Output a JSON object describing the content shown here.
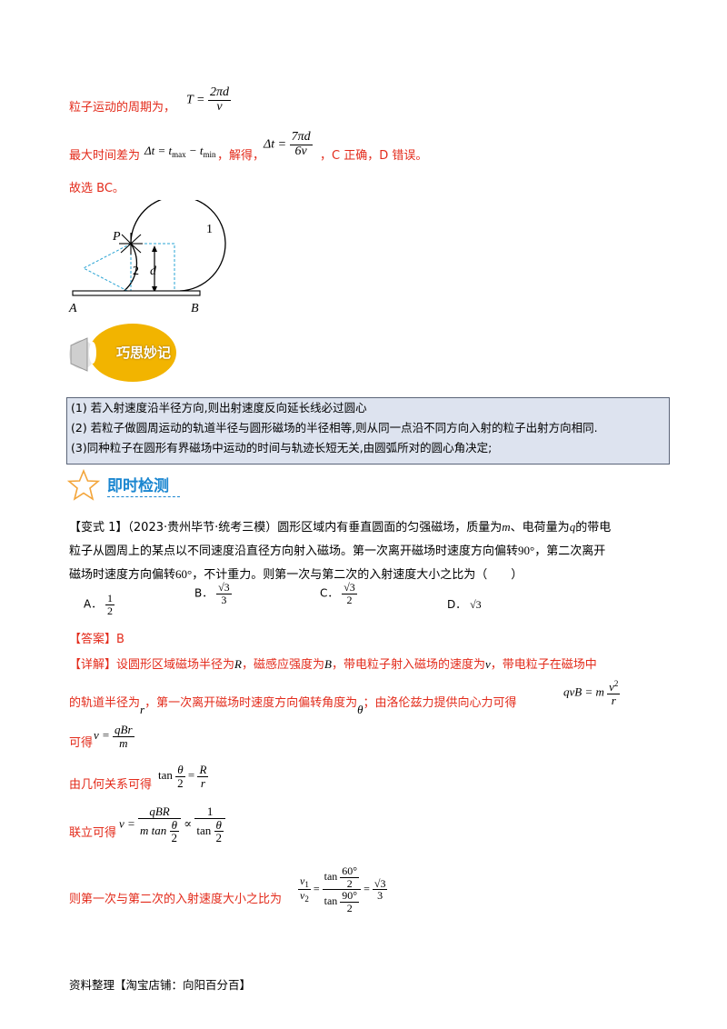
{
  "solution_top": {
    "period_label": "粒子运动的周期为，",
    "period_formula": {
      "lhs": "T",
      "num": "2πd",
      "den": "v"
    },
    "max_diff_label": "最大时间差为",
    "max_diff_formula": "Δt = t",
    "max_sub": "max",
    "min_sub": "min",
    "solve_label": "，解得，",
    "result_formula": {
      "lhs": "Δt",
      "num": "7πd",
      "den": "6v"
    },
    "conclusion": "，C 正确，D 错误。",
    "choose": "故选 BC。"
  },
  "figure": {
    "labels": {
      "P": "P",
      "one": "1",
      "two": "2",
      "d": "d",
      "A": "A",
      "B": "B"
    }
  },
  "tip_badge": {
    "text": "巧思妙记"
  },
  "tips": [
    "(1) 若入射速度沿半径方向,则出射速度反向延长线必过圆心",
    "(2) 若粒子做圆周运动的轨道半径与圆形磁场的半径相等,则从同一点沿不同方向入射的粒子出射方向相同.",
    "(3)同种粒子在圆形有界磁场中运动的时间与轨迹长短无关,由圆弧所对的圆心角决定;"
  ],
  "section": {
    "title": "即时检测"
  },
  "question": {
    "tag": "【变式 1】",
    "source": "（2023·贵州毕节·统考三模）",
    "line1_a": "圆形区域内有垂直圆面的匀强磁场，质量为",
    "m": "m",
    "line1_b": "、电荷量为",
    "q": "q",
    "line1_c": "的带电",
    "line2_a": "粒子从圆周上的某点以不同速度沿直径方向射入磁场。第一次离开磁场时速度方向偏转",
    "angle1": "90°",
    "line2_b": "，第二次离开",
    "line3_a": "磁场时速度方向偏转",
    "angle2": "60°",
    "line3_b": "，不计重力。则第一次与第二次的入射速度大小之比为（　　）",
    "options": [
      {
        "letter": "A．",
        "num": "1",
        "den": "2"
      },
      {
        "letter": "B．",
        "num": "√3",
        "den": "3"
      },
      {
        "letter": "C．",
        "num": "√3",
        "den": "2"
      },
      {
        "letter": "D．",
        "value": "√3"
      }
    ]
  },
  "answer": {
    "label": "【答案】",
    "value": "B"
  },
  "detail": {
    "label": "【详解】",
    "l1_a": "设圆形区域磁场半径为",
    "R": "R",
    "l1_b": "，磁感应强度为",
    "B": "B",
    "l1_c": "，带电粒子射入磁场的速度为",
    "v": "v",
    "l1_d": "，带电粒子在磁场中",
    "l2_a": "的轨道半径为",
    "r": "r",
    "l2_b": "，第一次离开磁场时速度方向偏转角度为",
    "theta": "θ",
    "l2_c": "；由洛伦兹力提供向心力可得",
    "lorentz_lhs": "qvB = m",
    "lorentz_num": "v",
    "lorentz_sup": "2",
    "lorentz_den": "r",
    "l3": "可得",
    "v_lhs": "v =",
    "v_num": "qBr",
    "v_den": "m",
    "l4": "由几何关系可得",
    "tan_lhs": "tan",
    "tan_num": "θ",
    "tan_den": "2",
    "tan_eq": "=",
    "tan_rnum": "R",
    "tan_rden": "r",
    "l5": "联立可得",
    "comb_lhs": "v =",
    "comb_num": "qBR",
    "comb_den": "m tan",
    "prop": "∝",
    "one": "1",
    "l6": "则第一次与第二次的入射速度大小之比为",
    "v1": "v",
    "v2": "v",
    "s1": "1",
    "s2": "2",
    "deg60": "60°",
    "deg90": "90°",
    "result_num": "√3",
    "result_den": "3"
  },
  "footer": "资料整理【淘宝店铺：向阳百分百】"
}
